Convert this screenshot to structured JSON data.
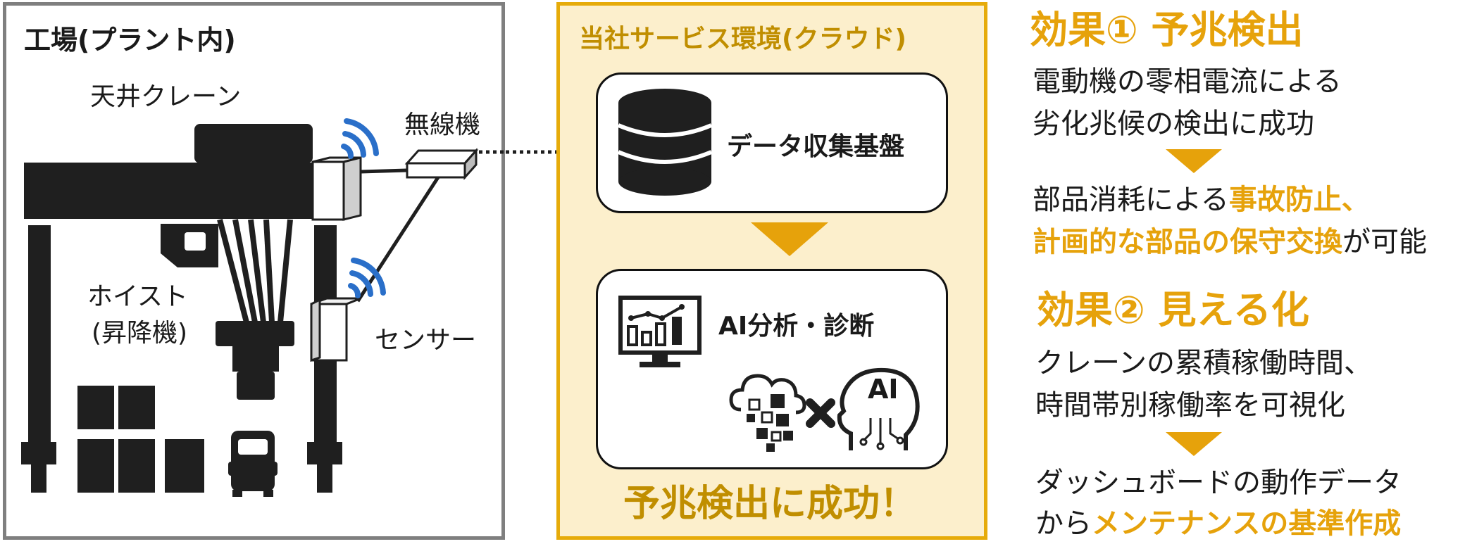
{
  "factory": {
    "title": "工場(プラント内)",
    "crane_label": "天井クレーン",
    "radio_label": "無線機",
    "hoist_label_line1": "ホイスト",
    "hoist_label_line2": "(昇降機)",
    "sensor_label": "センサー"
  },
  "cloud": {
    "title": "当社サービス環境(クラウド)",
    "data_platform_label": "データ収集基盤",
    "ai_label": "AI分析・診断",
    "ai_icon_text": "AI",
    "success_text": "予兆検出に成功！"
  },
  "effects": {
    "effect1": {
      "title": "効果① 予兆検出",
      "line1": "電動機の零相電流による",
      "line2": "劣化兆候の検出に成功",
      "result_line1_plain": "部品消耗による",
      "result_line1_highlight": "事故防止、",
      "result_line2_highlight": "計画的な部品の保守交換",
      "result_line2_plain": "が可能"
    },
    "effect2": {
      "title": "効果② 見える化",
      "line1": "クレーンの累積稼働時間、",
      "line2": "時間帯別稼働率を可視化",
      "result_line1": "ダッシュボードの動作データ",
      "result_line2_plain": "から",
      "result_line2_highlight": "メンテナンスの基準作成"
    }
  },
  "colors": {
    "accent": "#e6a20b",
    "panel_fill": "#fcefcc",
    "panel_border": "#e6ab0a",
    "frame_gray": "#7f7f7f",
    "dark": "#1a1a1a"
  }
}
